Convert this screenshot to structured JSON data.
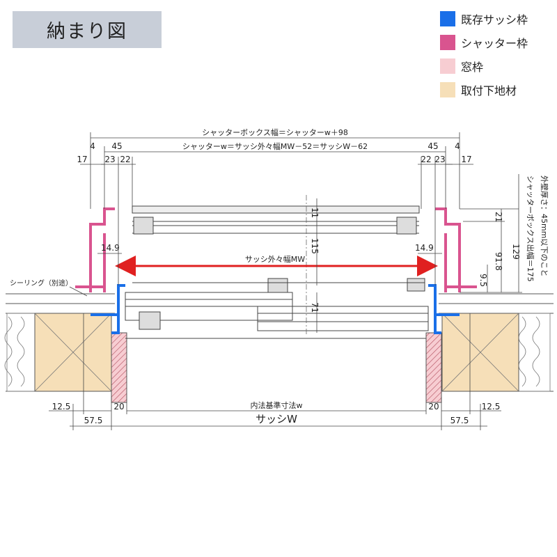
{
  "title": "納まり図",
  "legend": [
    {
      "label": "既存サッシ枠",
      "color": "#1a6fe8"
    },
    {
      "label": "シャッター枠",
      "color": "#d9548f"
    },
    {
      "label": "窓枠",
      "color": "#f7cdd2"
    },
    {
      "label": "取付下地材",
      "color": "#f6dfb8"
    }
  ],
  "dims": {
    "box_width": "シャッターボックス幅＝シャッターw＋98",
    "shutter_w": "シャッターw＝サッシ外々幅MW－52＝サッシW－62",
    "d4_left": "4",
    "d45_left": "45",
    "d17_left": "17",
    "d23_left": "23",
    "d22_left": "22",
    "d4_right": "4",
    "d45_right": "45",
    "d17_right": "17",
    "d23_right": "23",
    "d22_right": "22",
    "d11": "11",
    "d115": "115",
    "d71": "71",
    "d21": "21",
    "d91_8": "91.8",
    "d129": "129",
    "d9_5": "9.5",
    "d14_9_left": "14.9",
    "d14_9_right": "14.9",
    "sash_mw": "サッシ外々幅MW",
    "sealing": "シーリング（別途）",
    "box_depth": "シャッターボックス出幅＝175",
    "wall_note": "外壁厚さ：45mm以下のこと",
    "d12_5_left": "12.5",
    "d57_5_left": "57.5",
    "d20_left": "20",
    "d12_5_right": "12.5",
    "d57_5_right": "57.5",
    "d20_right": "20",
    "inner_w": "内法基準寸法w",
    "sash_w": "サッシW"
  }
}
